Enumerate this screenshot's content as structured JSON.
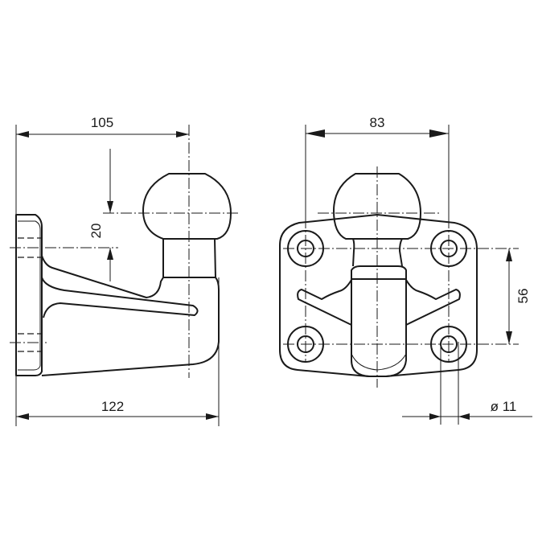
{
  "title": "Tow ball coupling technical drawing",
  "side_view": {
    "dim_width": "105",
    "dim_height": "20",
    "dim_length": "122"
  },
  "front_view": {
    "dim_width": "83",
    "dim_hole_spacing": "56",
    "dim_hole_diameter": "ø 11"
  },
  "colors": {
    "line": "#1a1a1a",
    "background": "#ffffff"
  }
}
